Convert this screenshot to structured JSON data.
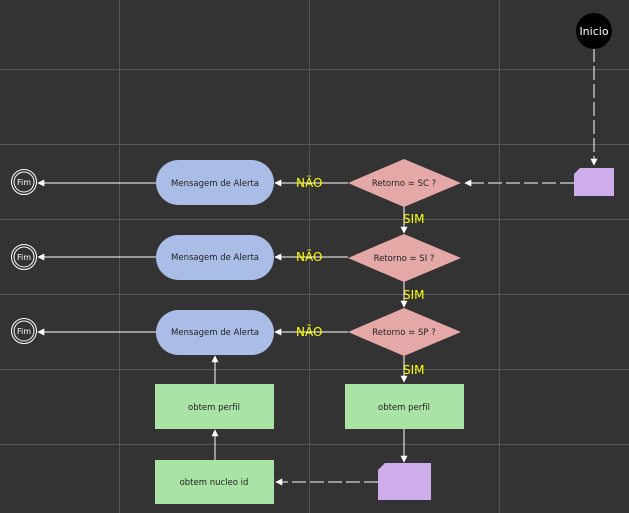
{
  "diagram": {
    "colors": {
      "background": "#333333",
      "grid": "#555555",
      "edge": "#ffffff",
      "start_fill": "#000000",
      "alert_fill": "#aabde6",
      "decision_fill": "#e4a9a6",
      "process_fill": "#aae3a6",
      "doc_fill": "#cdadea",
      "edge_label": "#ffff00",
      "node_text": "#222222"
    },
    "nodes": {
      "start": {
        "label": "Inicio"
      },
      "end_1": {
        "label": "Fim"
      },
      "end_2": {
        "label": "Fim"
      },
      "end_3": {
        "label": "Fim"
      },
      "alert_1": {
        "label": "Mensagem de Alerta"
      },
      "alert_2": {
        "label": "Mensagem de Alerta"
      },
      "alert_3": {
        "label": "Mensagem de Alerta"
      },
      "decision_sc": {
        "label": "Retorno = SC ?"
      },
      "decision_si": {
        "label": "Retorno = SI ?"
      },
      "decision_sp": {
        "label": "Retorno = SP ?"
      },
      "process_perfil_left": {
        "label": "obtem perfil"
      },
      "process_perfil_right": {
        "label": "obtem perfil"
      },
      "process_nucleo": {
        "label": "obtem nucleo id"
      }
    },
    "edge_labels": {
      "nao_1": "NÃO",
      "nao_2": "NÃO",
      "nao_3": "NÃO",
      "sim_1": "SIM",
      "sim_2": "SIM",
      "sim_3": "SIM"
    }
  }
}
